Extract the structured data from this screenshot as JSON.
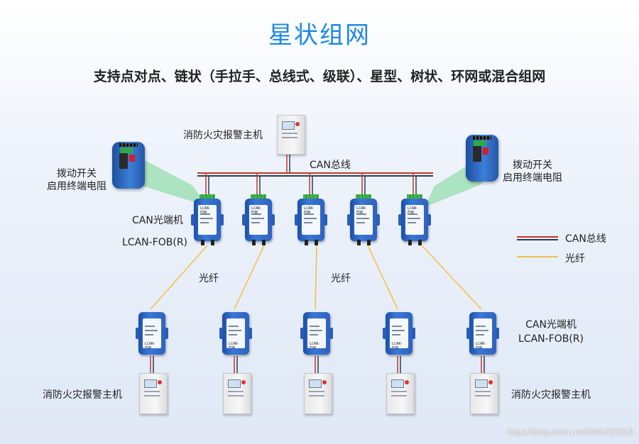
{
  "title": "星状组网",
  "subtitle": "支持点对点、链状（手拉手、总线式、级联）、星型、树状、环网或混合组网",
  "labels": {
    "top_host": "消防火灾报警主机",
    "can_bus": "CAN总线",
    "dip_left": "拨动开关\n启用终端电阻",
    "dip_right": "拨动开关\n启用终端电阻",
    "device_top_name": "CAN光端机",
    "device_top_model": "LCAN-FOB(R)",
    "fiber_left": "光纤",
    "fiber_mid": "光纤",
    "device_bottom": "CAN光端机\nLCAN-FOB(R)",
    "host_bottom_left": "消防火灾报警主机",
    "host_bottom_right": "消防火灾报警主机"
  },
  "legend": {
    "can_bus": "CAN总线",
    "fiber": "光纤"
  },
  "device_faceplate": "LCAN-FOB",
  "colors": {
    "title": "#1e88e5",
    "can_red": "#c0392b",
    "can_dark": "#2c3e50",
    "fiber": "#f2c14e",
    "beam": "#5fd07a"
  },
  "watermark": "https://blog.csdn.net/MINUO2019"
}
